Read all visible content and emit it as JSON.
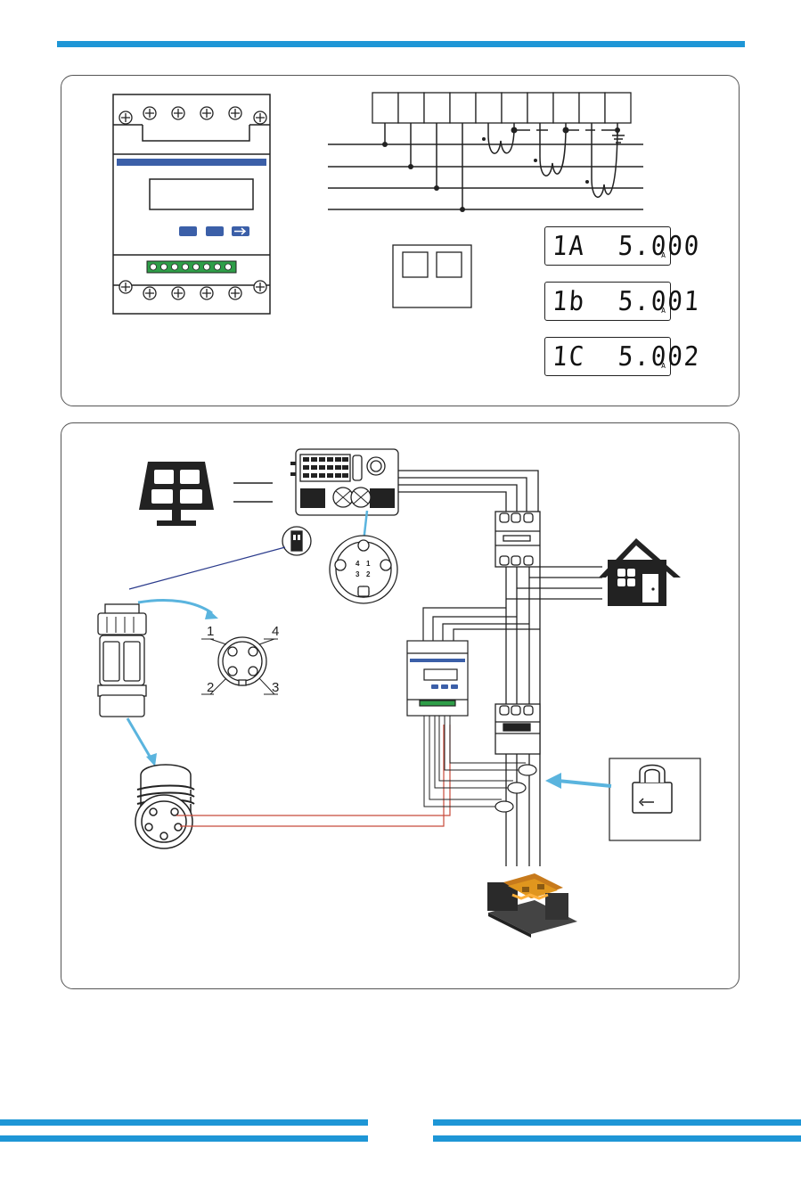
{
  "colors": {
    "accent": "#1E96D6",
    "meter_band": "#3B5FA8",
    "terminal_green": "#2E9E48",
    "ct_wire": "#C84A3A",
    "arrow": "#5AB4DE"
  },
  "top_panel": {
    "lcd_readings": [
      {
        "text": "1A  5.000",
        "unit": "A"
      },
      {
        "text": "1b  5.001",
        "unit": "A"
      },
      {
        "text": "1C  5.002",
        "unit": "A"
      }
    ]
  },
  "bottom_panel": {
    "connector_pins": {
      "p1": "1",
      "p2": "2",
      "p3": "3",
      "p4": "4"
    },
    "socket_pins": {
      "a": "4",
      "b": "1",
      "c": "3",
      "d": "2"
    }
  },
  "icons": [
    "solar-panel-icon",
    "inverter-icon",
    "house-icon",
    "generator-icon",
    "ct-clamp-icon",
    "meter-icon",
    "breaker-icon",
    "connector-icon"
  ]
}
